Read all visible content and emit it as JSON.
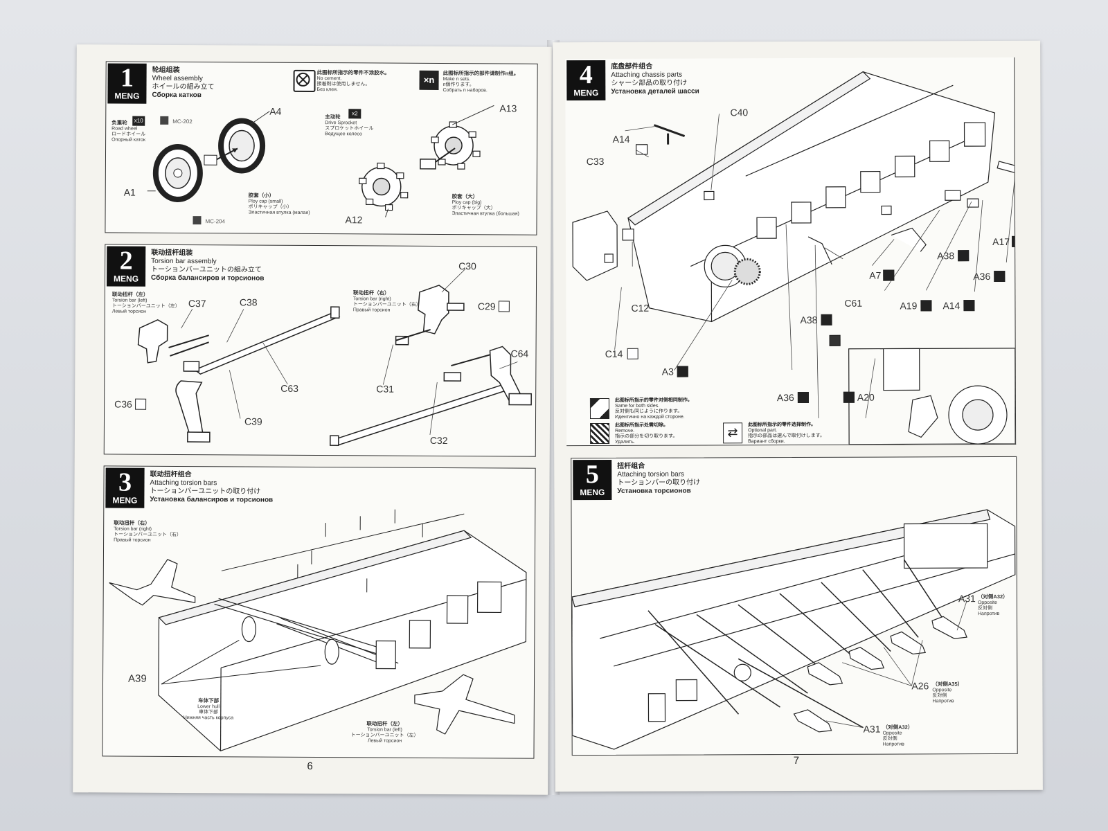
{
  "brand": "MENG",
  "left_page": {
    "page_number": "6",
    "notes": {
      "no_cement": {
        "zh": "此图标所指示的零件不涂胶水。",
        "en": "No cement.",
        "ja": "接着剤は使用しません。",
        "ru": "Без клея."
      },
      "make_n_sets": {
        "symbol": "×n",
        "zh": "此图标所指示的部件请制作n组。",
        "en": "Make n sets.",
        "ja": "n個作ります。",
        "ru": "Собрать n наборов."
      }
    },
    "step1": {
      "number": "1",
      "zh": "轮组组装",
      "en": "Wheel assembly",
      "ja": "ホイールの組み立て",
      "ru": "Сборка катков",
      "road_wheel": {
        "zh": "负重轮",
        "en": "Road wheel",
        "ja": "ロードホイール",
        "ru": "Опорный каток",
        "count": "x10"
      },
      "drive_sprocket": {
        "zh": "主动轮",
        "en": "Drive Sprocket",
        "ja": "スプロケットホイール",
        "ru": "Ведущее колесо",
        "count": "x2"
      },
      "poly_small": {
        "zh": "胶套（小）",
        "en": "Ploy cap (small)",
        "ja": "ポリキャップ（小）",
        "ru": "Эластичная втулка (малая)"
      },
      "poly_big": {
        "zh": "胶套（大）",
        "en": "Ploy cap (big)",
        "ja": "ポリキャップ（大）",
        "ru": "Эластичная втулка (большая)"
      },
      "paint1": "MC-202",
      "paint2": "MC-204",
      "parts": {
        "a4": "A4",
        "a1": "A1",
        "a12": "A12",
        "a13": "A13"
      }
    },
    "step2": {
      "number": "2",
      "zh": "联动扭杆组装",
      "en": "Torsion bar assembly",
      "ja": "トーションバーユニットの組み立て",
      "ru": "Сборка балансиров и торсионов",
      "left": {
        "zh": "联动扭杆（左）",
        "en": "Torsion bar (left)",
        "ja": "トーションバーユニット（左）",
        "ru": "Левый торсион"
      },
      "right": {
        "zh": "联动扭杆（右）",
        "en": "Torsion bar (right)",
        "ja": "トーションバーユニット（右）",
        "ru": "Правый торсион"
      },
      "parts": {
        "c37": "C37",
        "c38": "C38",
        "c36": "C36",
        "c63": "C63",
        "c39": "C39",
        "c30": "C30",
        "c29": "C29",
        "c64": "C64",
        "c31": "C31",
        "c32": "C32"
      }
    },
    "step3": {
      "number": "3",
      "zh": "联动扭杆组合",
      "en": "Attaching torsion bars",
      "ja": "トーションバーユニットの取り付け",
      "ru": "Установка балансиров и торсионов",
      "right": {
        "zh": "联动扭杆（右）",
        "en": "Torsion bar (right)",
        "ja": "トーションバーユニット（右）",
        "ru": "Правый торсион"
      },
      "left": {
        "zh": "联动扭杆（左）",
        "en": "Torsion bar (left)",
        "ja": "トーションバーユニット（左）",
        "ru": "Левый торсион"
      },
      "lower_hull": {
        "zh": "车体下部",
        "en": "Lower hull",
        "ja": "車体下部",
        "ru": "Нижняя часть корпуса"
      },
      "parts": {
        "a39": "A39"
      }
    }
  },
  "right_page": {
    "page_number": "7",
    "step4": {
      "number": "4",
      "zh": "底盘部件组合",
      "en": "Attaching chassis parts",
      "ja": "シャーシ部品の取り付け",
      "ru": "Установка деталей шасси",
      "parts": {
        "c40": "C40",
        "a14a": "A14",
        "c33": "C33",
        "c12": "C12",
        "c14": "C14",
        "a3": "A3",
        "c61": "C61",
        "a38a": "A38",
        "a7": "A7",
        "a19": "A19",
        "a14b": "A14",
        "a38b": "A38",
        "a36a": "A36",
        "a17": "A17",
        "a36b": "A36",
        "a20": "A20"
      },
      "legend": {
        "same": {
          "zh": "此图标所指示的零件对侧相同制作。",
          "en": "Same for both sides.",
          "ja": "反対側も同じように作ります。",
          "ru": "Идентично на каждой стороне."
        },
        "remove": {
          "zh": "此图标所指示处需切除。",
          "en": "Remove.",
          "ja": "指示の部分を切り取ります。",
          "ru": "Удалить."
        },
        "optional": {
          "zh": "此图标所指示的零件选择制作。",
          "en": "Optional part.",
          "ja": "指示の部品は選んで取付けします。",
          "ru": "Вариант сборки."
        }
      }
    },
    "step5": {
      "number": "5",
      "zh": "扭杆组合",
      "en": "Attaching torsion bars",
      "ja": "トーションバーの取り付け",
      "ru": "Установка торсионов",
      "a31_top": {
        "part": "A31",
        "zh": "（对侧A32）",
        "en": "Opposite",
        "ja": "反対側",
        "ru": "Напротив"
      },
      "a26": {
        "part": "A26",
        "zh": "（对侧A35）",
        "en": "Opposite",
        "ja": "反対側",
        "ru": "Напротив"
      },
      "a31_bottom": {
        "part": "A31",
        "zh": "（对侧A32）",
        "en": "Opposite",
        "ja": "反対側",
        "ru": "Напротив"
      }
    }
  }
}
